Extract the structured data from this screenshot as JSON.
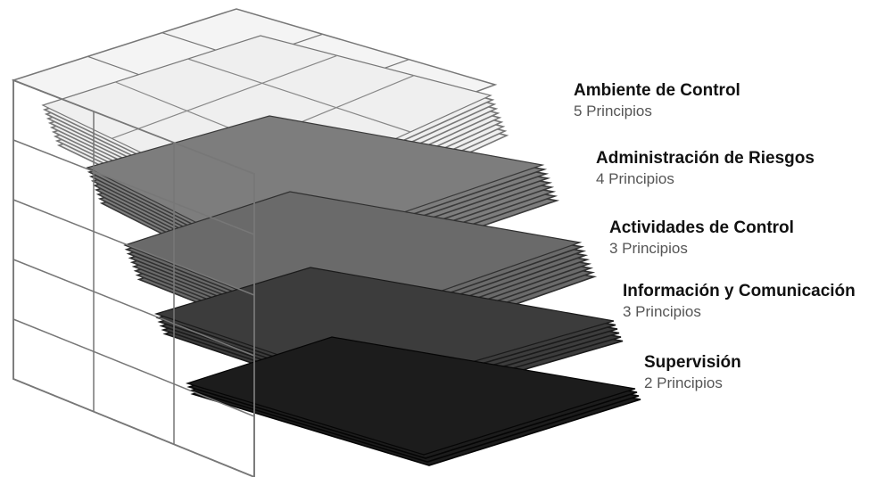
{
  "components": [
    {
      "name": "Ambiente de Control",
      "principles": "5 Principios",
      "color": "#efefef",
      "edge": "#777777"
    },
    {
      "name": "Administración de Riesgos",
      "principles": "4 Principios",
      "color": "#7d7d7d",
      "edge": "#3a3a3a"
    },
    {
      "name": "Actividades de Control",
      "principles": "3 Principios",
      "color": "#6a6a6a",
      "edge": "#303030"
    },
    {
      "name": "Información y Comunicación",
      "principles": "3 Principios",
      "color": "#3c3c3c",
      "edge": "#1a1a1a"
    },
    {
      "name": "Supervisión",
      "principles": "2 Principios",
      "color": "#1c1c1c",
      "edge": "#050505"
    }
  ],
  "cube": {
    "color": "#ffffff",
    "edge": "#777777"
  }
}
